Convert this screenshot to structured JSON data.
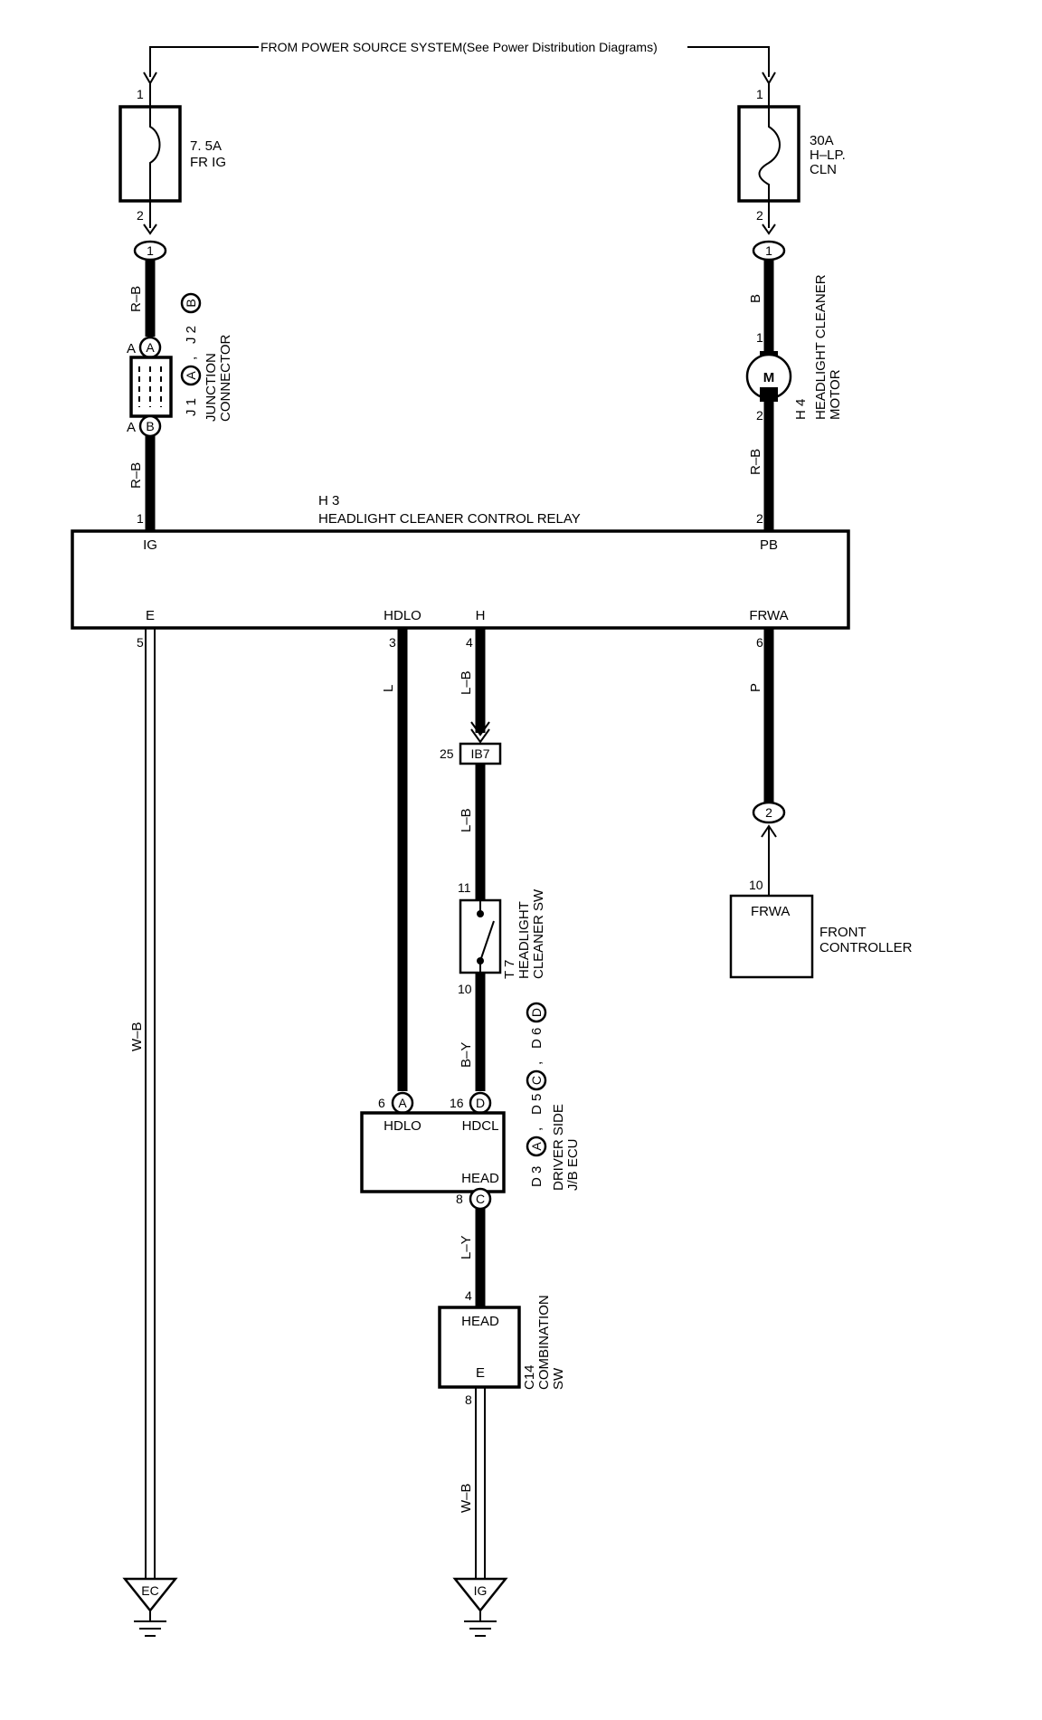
{
  "header": {
    "source_label": "FROM POWER SOURCE SYSTEM(See Power Distribution Diagrams)"
  },
  "fuses": [
    {
      "rating": "7. 5A",
      "name": "FR IG",
      "pin_in": "1",
      "pin_out": "2",
      "connector": "1"
    },
    {
      "rating": "30A",
      "name_line1": "H–LP.",
      "name_line2": "CLN",
      "pin_in": "1",
      "pin_out": "2",
      "connector": "1"
    }
  ],
  "junction": {
    "label_line1": "JUNCTION",
    "label_line2": "CONNECTOR",
    "id1": "J 1",
    "id1_letter": "A",
    "id2": "J 2",
    "id2_letter": "B",
    "sep": ",",
    "top_side": "A",
    "top_letter": "A",
    "bottom_side": "A",
    "bottom_letter": "B"
  },
  "motor": {
    "id": "H 4",
    "label_line1": "HEADLIGHT CLEANER",
    "label_line2": "MOTOR",
    "symbol": "M",
    "pin1": "1",
    "pin2": "2"
  },
  "relay": {
    "id": "H 3",
    "name": "HEADLIGHT CLEANER CONTROL RELAY",
    "terminals": {
      "ig": {
        "pin": "1",
        "name": "IG"
      },
      "pb": {
        "pin": "2",
        "name": "PB"
      },
      "e": {
        "pin": "5",
        "name": "E"
      },
      "hdlo": {
        "pin": "3",
        "name": "HDLO"
      },
      "h": {
        "pin": "4",
        "name": "H"
      },
      "frwa": {
        "pin": "6",
        "name": "FRWA"
      }
    }
  },
  "wires": {
    "rb_top": "R–B",
    "rb_mid": "R–B",
    "b": "B",
    "rb_right": "R–B",
    "wb_left": "W–B",
    "l": "L",
    "lb1": "L–B",
    "lb2": "L–B",
    "p": "P",
    "by": "B–Y",
    "ly": "L–Y",
    "wb_bottom": "W–B"
  },
  "ib_connector": {
    "pin": "25",
    "name": "IB7"
  },
  "switch": {
    "id": "T 7",
    "label_line1": "HEADLIGHT",
    "label_line2": "CLEANER SW",
    "pin_top": "11",
    "pin_bottom": "10"
  },
  "front_controller": {
    "pin": "10",
    "terminal": "FRWA",
    "label_line1": "FRONT",
    "label_line2": "CONTROLLER",
    "connector": "2"
  },
  "jb_ecu": {
    "label_line1": "DRIVER SIDE",
    "label_line2": "J/B ECU",
    "id_a": "D 3",
    "letter_a": "A",
    "id_c": "D 5",
    "letter_c": "C",
    "id_d": "D 6",
    "letter_d": "D",
    "sep": ",",
    "hdlo": {
      "pin": "6",
      "name": "HDLO",
      "letter": "A"
    },
    "hdcl": {
      "pin": "16",
      "name": "HDCL",
      "letter": "D"
    },
    "head": {
      "pin": "8",
      "name": "HEAD",
      "letter": "C"
    }
  },
  "combination_sw": {
    "id": "C14",
    "label_line1": "COMBINATION",
    "label_line2": "SW",
    "head_pin": "4",
    "head": "HEAD",
    "e_pin": "8",
    "e": "E"
  },
  "grounds": [
    {
      "name": "EC"
    },
    {
      "name": "IG"
    }
  ]
}
